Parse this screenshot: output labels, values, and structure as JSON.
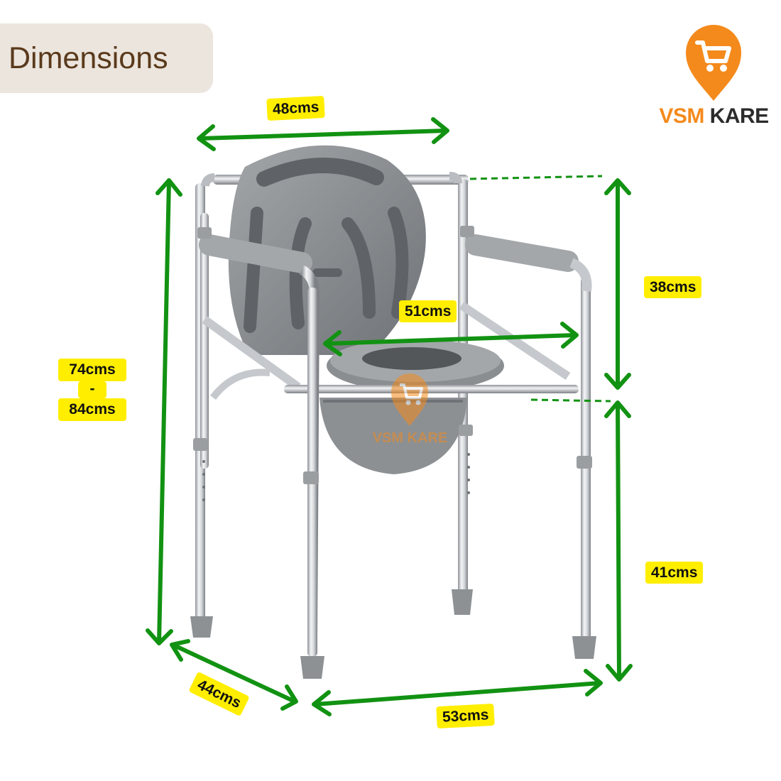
{
  "title": "Dimensions",
  "brand": {
    "name_part1": "VSM",
    "name_part2": "KARE",
    "logo_icon": "shopping-cart-pin-icon"
  },
  "watermark": {
    "name_part1": "VSM",
    "name_part2": "KARE"
  },
  "dimensions": {
    "width_top": "48cms",
    "height_total_min": "74cms",
    "height_total_separator": "-",
    "height_total_max": "84cms",
    "inner_width": "51cms",
    "backrest_height": "38cms",
    "seat_height": "41cms",
    "depth": "44cms",
    "width_bottom": "53cms"
  },
  "colors": {
    "arrow_green": "#129212",
    "label_yellow": "#ffee00",
    "pill_bg": "#ece5de",
    "title_brown": "#5a3a1c",
    "brand_orange": "#f48a1c",
    "brand_dark": "#2b2b2b",
    "frame_silver": "#c9ccd0",
    "plastic_grey": "#8d9194"
  }
}
